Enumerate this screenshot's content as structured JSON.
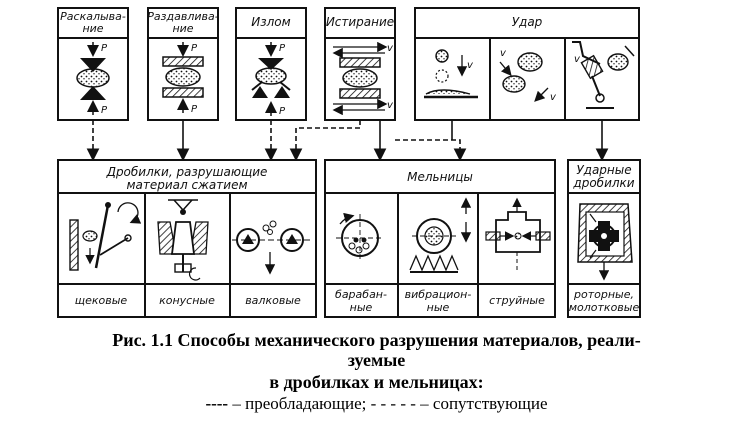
{
  "process_boxes": {
    "splitting": "Раскалыва-\nние",
    "crushing": "Раздавлива-\nние",
    "breaking": "Излом",
    "abrasion": "Истирание",
    "impact": "Удар"
  },
  "force_labels": {
    "p": "P",
    "v": "v"
  },
  "machine_groups": {
    "compression_crushers": "Дробилки, разрушающие\nматериал сжатием",
    "mills": "Мельницы",
    "impact_crushers": "Ударные\nдробилки"
  },
  "machine_types": {
    "jaw": "щековые",
    "cone": "конусные",
    "roll": "валковые",
    "drum": "барабан-\nные",
    "vibration": "вибрацион-\nные",
    "jet": "струйные",
    "rotor": "роторные,\nмолотковые"
  },
  "caption": {
    "line1": "Рис. 1.1   Способы механического разрушения материалов, реали-",
    "line2": "зуемые",
    "line3": "в дробилках и мельницах:",
    "legend_solid_mark": "----",
    "legend_solid_text": " – преобладающие; ",
    "legend_dashed_mark": "- - - - - –",
    "legend_dashed_text": " сопутствующие"
  }
}
